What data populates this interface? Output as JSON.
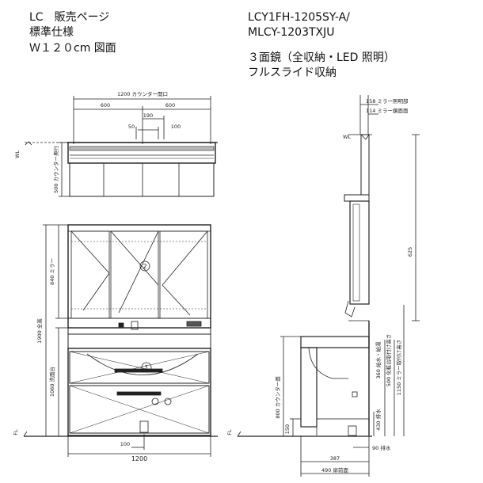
{
  "header_left": {
    "line1": "LC　販売ページ",
    "line2": "標準仕様",
    "line3": "Ｗ１２０cm 図面"
  },
  "header_right": {
    "line1": "LCY1FH-1205SY-A/",
    "line2": "MLCY-1203TXJU",
    "line3": "３面鏡（全収納・LED 照明）",
    "line4": "フルスライド収納"
  },
  "top_view": {
    "total_width": "1200 カウンター開口",
    "left_half": "600",
    "right_half": "600",
    "faucet_offset": "190",
    "small_left": "50",
    "small_right": "100",
    "depth": "500 カウンター奥行",
    "wl": "WL"
  },
  "front_view": {
    "height_total": "1900 全高",
    "mirror_height": "840 ミラー",
    "cabinet_height": "1060 洗面台",
    "width": "1200",
    "drain_offset": "100",
    "fl": "FL",
    "callout_mirror": "2",
    "callout_cabinet": "1"
  },
  "side_view": {
    "mirror_lighting": "158 ミラー照明部",
    "mirror_body": "114 ミラー鏡面面",
    "wl": "WL",
    "mirror_h": "625",
    "supply1": "360 給水・給湯",
    "supply2": "500 化粧台取付け高さ",
    "mirror_mount": "1150 ミラー取付け高さ",
    "drain_h": "430 排水",
    "counter_h": "800 カウンター面",
    "base_h": "150",
    "drain_depth": "90 排水",
    "depth1": "387",
    "depth2": "490 扉前面",
    "fl": "FL"
  }
}
